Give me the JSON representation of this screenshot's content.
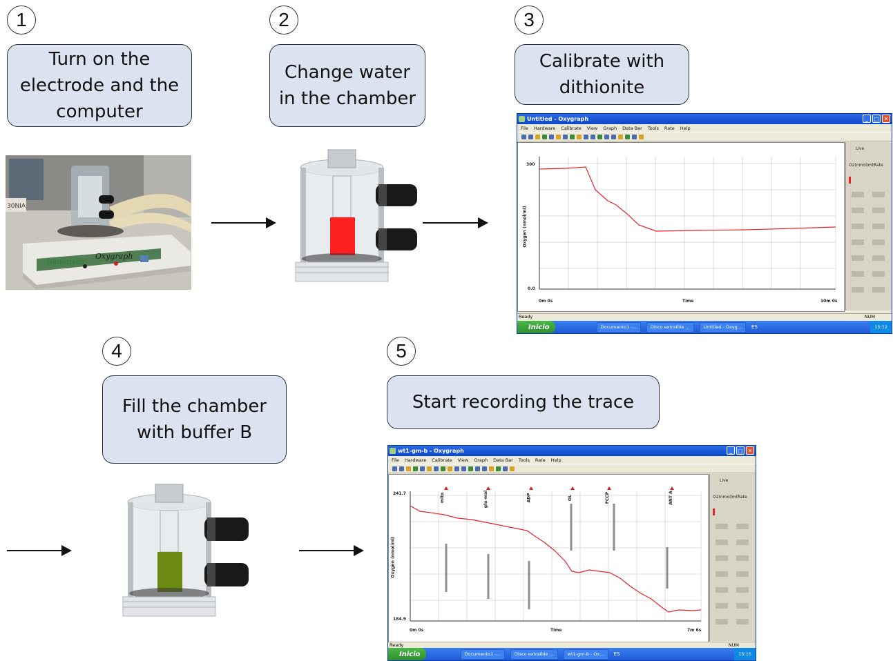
{
  "steps": [
    {
      "number": "1",
      "text": "Turn on the electrode and the computer"
    },
    {
      "number": "2",
      "text": "Change water in the chamber"
    },
    {
      "number": "3",
      "text": "Calibrate with dithionite"
    },
    {
      "number": "4",
      "text": "Fill the chamber with buffer B"
    },
    {
      "number": "5",
      "text": "Start recording the trace"
    }
  ],
  "photo1": {
    "label_left": "30NIA",
    "brand": "Oxygraph"
  },
  "window1": {
    "title": "Untitled - Oxygraph",
    "menu": [
      "File",
      "Hardware",
      "Calibrate",
      "View",
      "Graph",
      "Data Bar",
      "Tools",
      "Rate",
      "Help"
    ],
    "ytop": "300",
    "ybottom": "0.0",
    "ylabel": "Oxygen (nmol/ml)",
    "xstart": "0m 0s",
    "xlabel": "Time",
    "xend": "10m 0s",
    "side_live": "Live",
    "side_col1": "O2(nmol/ml)",
    "side_col2": "Rate",
    "status": "Ready",
    "status_num": "NUM",
    "start": "Inicio",
    "tasks": [
      "Documento1 -...",
      "Disco extraíble ...",
      "Untitled - Oxyg..."
    ],
    "lang": "ES",
    "clock": "15:12"
  },
  "window2": {
    "title": "wt1-gm-b - Oxygraph",
    "menu": [
      "File",
      "Hardware",
      "Calibrate",
      "View",
      "Graph",
      "Data Bar",
      "Tools",
      "Rate",
      "Help"
    ],
    "ytop": "241.7",
    "ybottom": "184.9",
    "ylabel": "Oxygen (nmol/ml)",
    "xstart": "0m 0s",
    "xlabel": "Time",
    "xend": "7m 6s",
    "markers": [
      "mito",
      "glu-mal",
      "ADP",
      "OL",
      "FCCP",
      "ANT A"
    ],
    "side_live": "Live",
    "side_col1": "O2(nmol/ml)",
    "side_col2": "Rate",
    "status": "Ready",
    "status_num": "NUM",
    "start": "Inicio",
    "tasks": [
      "Documento1 -...",
      "Disco extraíble ...",
      "wt1-gm-b - Ox..."
    ],
    "lang": "ES",
    "clock": "15:15"
  },
  "colors": {
    "box_fill": "#dbe3f0",
    "trace": "#e8222a",
    "calib_liquid": "#ff2020",
    "buffer_liquid": "#6b8a12"
  }
}
